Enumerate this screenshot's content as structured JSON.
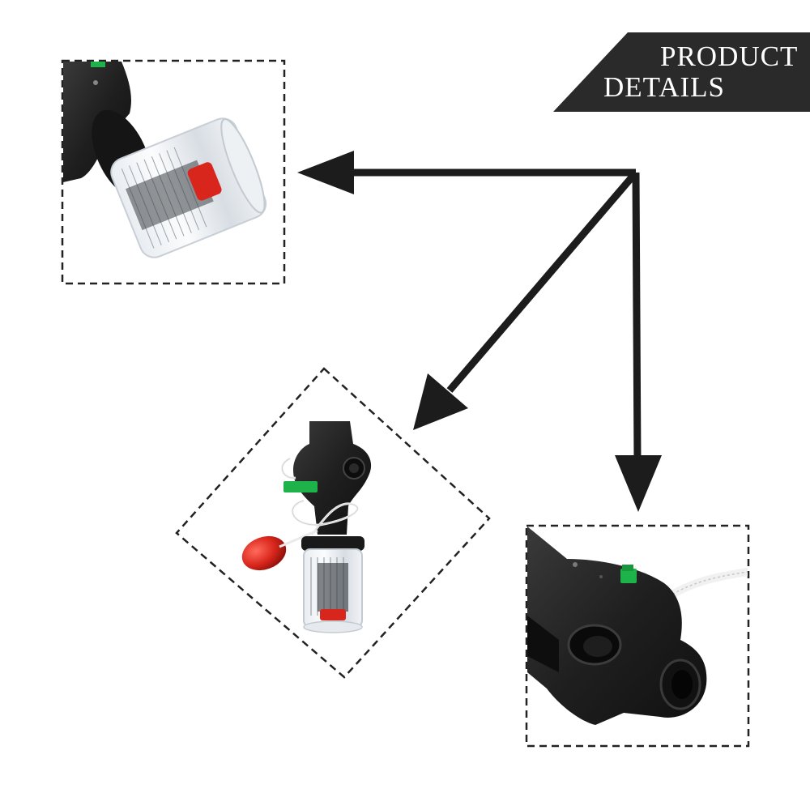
{
  "banner": {
    "line1": "PRODUCT",
    "line2": "DETAILS",
    "background_color": "#2a2a2a",
    "text_color": "#ffffff"
  },
  "colors": {
    "arrow": "#1c1c1c",
    "frame_dash": "#222222",
    "body": "#262626",
    "accent_green": "#1db34a",
    "accent_red": "#d9261c"
  },
  "panels": [
    {
      "name": "detail-top-left",
      "subject": "cylinder-gauge-closeup"
    },
    {
      "name": "detail-center",
      "subject": "full-device-view"
    },
    {
      "name": "detail-bottom-right",
      "subject": "outlet-port-closeup"
    }
  ]
}
